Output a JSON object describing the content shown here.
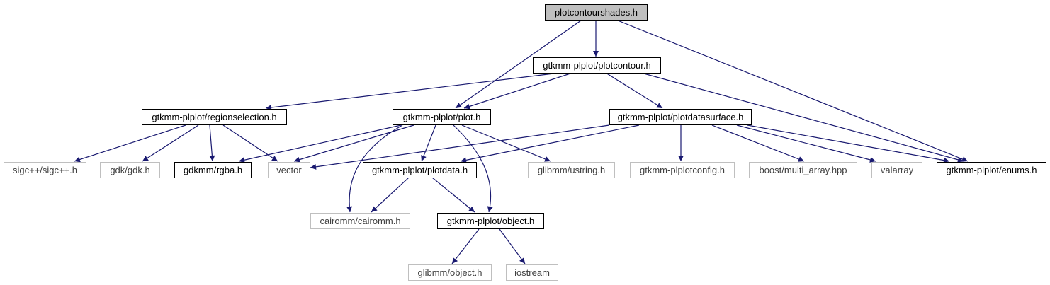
{
  "colors": {
    "edge": "#191970",
    "root_fill": "#bfbfbf",
    "node_border": "#000000",
    "external_border": "#bfbfbf",
    "external_text": "#404040",
    "text": "#000000"
  },
  "nodes": [
    {
      "id": "plotcontourshades",
      "label": "plotcontourshades.h",
      "kind": "root"
    },
    {
      "id": "plotcontour",
      "label": "gtkmm-plplot/plotcontour.h",
      "kind": "documented"
    },
    {
      "id": "regionselection",
      "label": "gtkmm-plplot/regionselection.h",
      "kind": "documented"
    },
    {
      "id": "plot",
      "label": "gtkmm-plplot/plot.h",
      "kind": "documented"
    },
    {
      "id": "plotdatasurface",
      "label": "gtkmm-plplot/plotdatasurface.h",
      "kind": "documented"
    },
    {
      "id": "sigc",
      "label": "sigc++/sigc++.h",
      "kind": "external"
    },
    {
      "id": "gdk",
      "label": "gdk/gdk.h",
      "kind": "external"
    },
    {
      "id": "rgba",
      "label": "gdkmm/rgba.h",
      "kind": "documented"
    },
    {
      "id": "vector",
      "label": "vector",
      "kind": "external"
    },
    {
      "id": "plotdata",
      "label": "gtkmm-plplot/plotdata.h",
      "kind": "documented"
    },
    {
      "id": "ustring",
      "label": "glibmm/ustring.h",
      "kind": "external"
    },
    {
      "id": "plplotconfig",
      "label": "gtkmm-plplotconfig.h",
      "kind": "external"
    },
    {
      "id": "multiarray",
      "label": "boost/multi_array.hpp",
      "kind": "external"
    },
    {
      "id": "valarray",
      "label": "valarray",
      "kind": "external"
    },
    {
      "id": "enums",
      "label": "gtkmm-plplot/enums.h",
      "kind": "documented"
    },
    {
      "id": "cairomm",
      "label": "cairomm/cairomm.h",
      "kind": "external"
    },
    {
      "id": "object",
      "label": "gtkmm-plplot/object.h",
      "kind": "documented"
    },
    {
      "id": "glibobject",
      "label": "glibmm/object.h",
      "kind": "external"
    },
    {
      "id": "iostream",
      "label": "iostream",
      "kind": "external"
    }
  ],
  "edges": [
    {
      "from": "plotcontourshades",
      "to": "plotcontour"
    },
    {
      "from": "plotcontourshades",
      "to": "plot"
    },
    {
      "from": "plotcontourshades",
      "to": "enums"
    },
    {
      "from": "plotcontour",
      "to": "regionselection"
    },
    {
      "from": "plotcontour",
      "to": "plot"
    },
    {
      "from": "plotcontour",
      "to": "plotdatasurface"
    },
    {
      "from": "plotcontour",
      "to": "enums"
    },
    {
      "from": "regionselection",
      "to": "sigc"
    },
    {
      "from": "regionselection",
      "to": "gdk"
    },
    {
      "from": "regionselection",
      "to": "rgba"
    },
    {
      "from": "regionselection",
      "to": "vector"
    },
    {
      "from": "plot",
      "to": "rgba"
    },
    {
      "from": "plot",
      "to": "vector"
    },
    {
      "from": "plot",
      "to": "plotdata"
    },
    {
      "from": "plot",
      "to": "ustring"
    },
    {
      "from": "plot",
      "to": "cairomm"
    },
    {
      "from": "plot",
      "to": "object"
    },
    {
      "from": "plotdatasurface",
      "to": "vector"
    },
    {
      "from": "plotdatasurface",
      "to": "plotdata"
    },
    {
      "from": "plotdatasurface",
      "to": "plplotconfig"
    },
    {
      "from": "plotdatasurface",
      "to": "multiarray"
    },
    {
      "from": "plotdatasurface",
      "to": "valarray"
    },
    {
      "from": "plotdatasurface",
      "to": "enums"
    },
    {
      "from": "plotdata",
      "to": "cairomm"
    },
    {
      "from": "plotdata",
      "to": "object"
    },
    {
      "from": "object",
      "to": "glibobject"
    },
    {
      "from": "object",
      "to": "iostream"
    }
  ]
}
